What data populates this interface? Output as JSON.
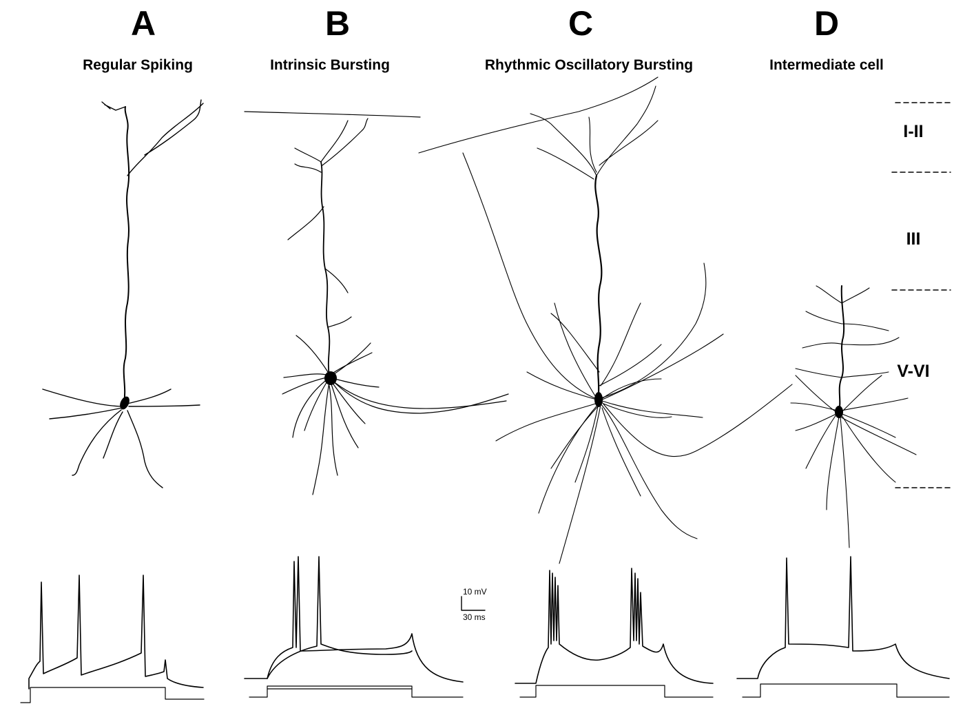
{
  "panels": [
    {
      "letter": "A",
      "title": "Regular Spiking"
    },
    {
      "letter": "B",
      "title": "Intrinsic  Bursting"
    },
    {
      "letter": "C",
      "title": "Rhythmic  Oscillatory  Bursting"
    },
    {
      "letter": "D",
      "title": "Intermediate cell"
    }
  ],
  "layers": [
    "I-II",
    "III",
    "V-VI"
  ],
  "scale_bar": {
    "voltage": "10 mV",
    "time": "30 ms"
  }
}
